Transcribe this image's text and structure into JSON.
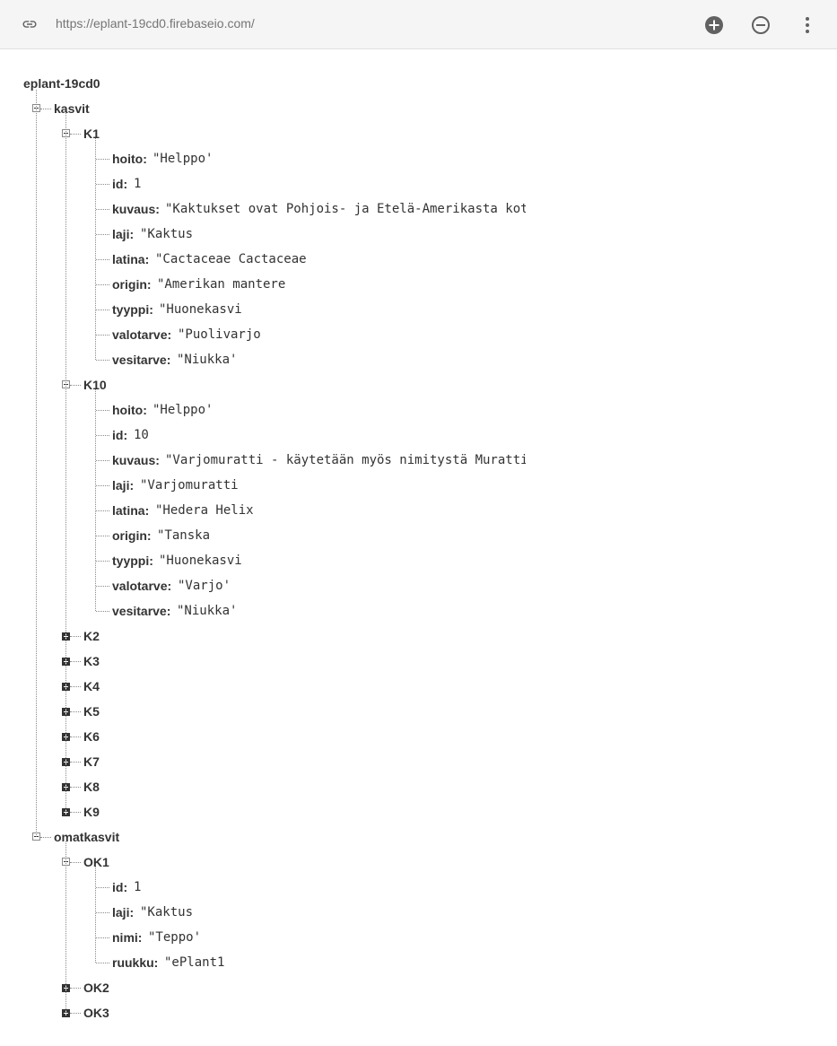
{
  "topbar": {
    "url": "https://eplant-19cd0.firebaseio.com/",
    "icons": {
      "link": "link-icon",
      "add": "add-circle-icon",
      "remove": "remove-circle-icon",
      "more": "more-vert-icon"
    }
  },
  "tree": {
    "root": "eplant-19cd0",
    "kasvit": {
      "key": "kasvit",
      "K1": {
        "key": "K1",
        "fields": [
          {
            "key": "hoito:",
            "value": "\"Helppo'"
          },
          {
            "key": "id:",
            "value": "1"
          },
          {
            "key": "kuvaus:",
            "value": "\"Kaktukset ovat Pohjois- ja Etelä-Amerikasta kot"
          },
          {
            "key": "laji:",
            "value": "\"Kaktus"
          },
          {
            "key": "latina:",
            "value": "\"Cactaceae Cactaceae"
          },
          {
            "key": "origin:",
            "value": "\"Amerikan mantere"
          },
          {
            "key": "tyyppi:",
            "value": "\"Huonekasvi"
          },
          {
            "key": "valotarve:",
            "value": "\"Puolivarjo"
          },
          {
            "key": "vesitarve:",
            "value": "\"Niukka'"
          }
        ]
      },
      "K10": {
        "key": "K10",
        "fields": [
          {
            "key": "hoito:",
            "value": "\"Helppo'"
          },
          {
            "key": "id:",
            "value": "10"
          },
          {
            "key": "kuvaus:",
            "value": "\"Varjomuratti - käytetään myös nimitystä Muratti"
          },
          {
            "key": "laji:",
            "value": "\"Varjomuratti"
          },
          {
            "key": "latina:",
            "value": "\"Hedera Helix"
          },
          {
            "key": "origin:",
            "value": "\"Tanska"
          },
          {
            "key": "tyyppi:",
            "value": "\"Huonekasvi"
          },
          {
            "key": "valotarve:",
            "value": "\"Varjo'"
          },
          {
            "key": "vesitarve:",
            "value": "\"Niukka'"
          }
        ]
      },
      "collapsed": [
        "K2",
        "K3",
        "K4",
        "K5",
        "K6",
        "K7",
        "K8",
        "K9"
      ]
    },
    "omatkasvit": {
      "key": "omatkasvit",
      "OK1": {
        "key": "OK1",
        "fields": [
          {
            "key": "id:",
            "value": "1"
          },
          {
            "key": "laji:",
            "value": "\"Kaktus"
          },
          {
            "key": "nimi:",
            "value": "\"Teppo'"
          },
          {
            "key": "ruukku:",
            "value": "\"ePlant1"
          }
        ]
      },
      "collapsed": [
        "OK2",
        "OK3"
      ]
    }
  }
}
